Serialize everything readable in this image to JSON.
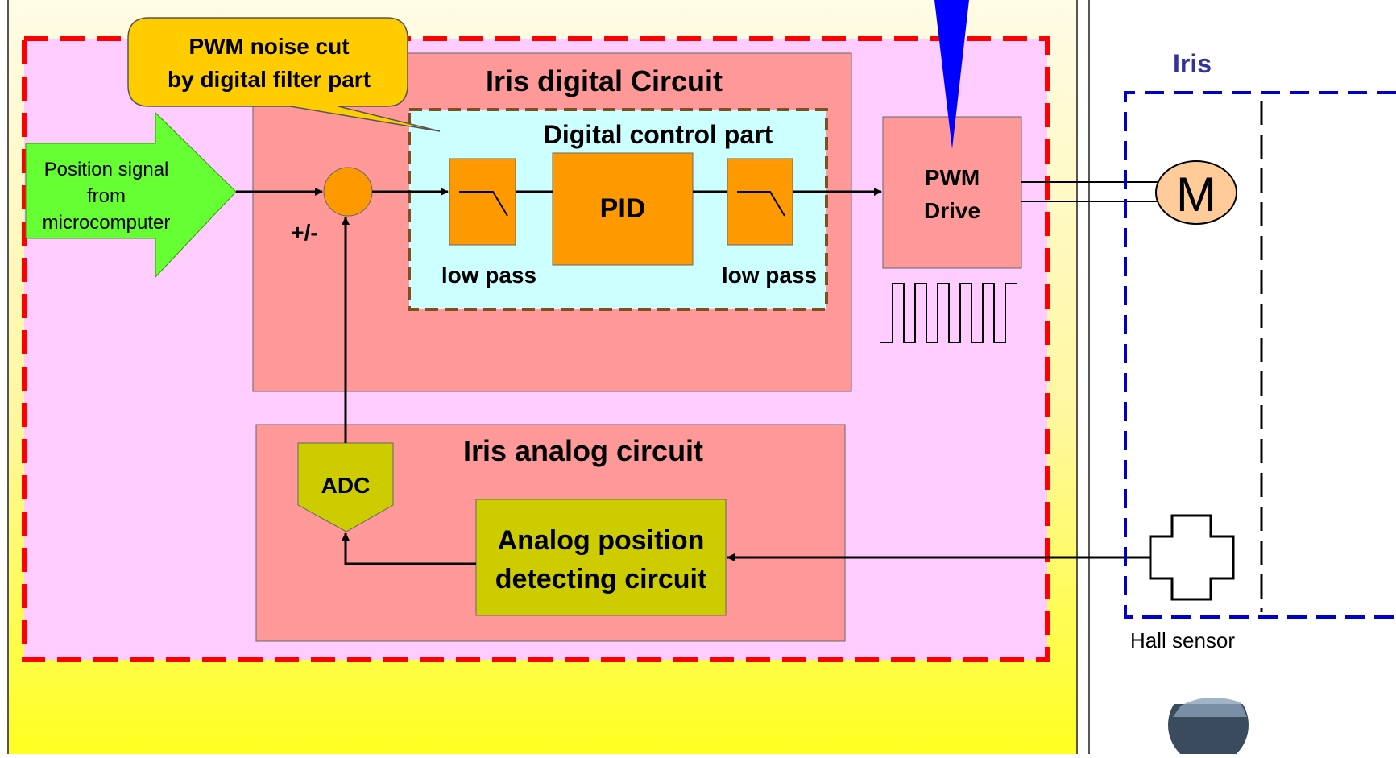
{
  "callout": {
    "line1": "PWM noise cut",
    "line2": "by digital filter part"
  },
  "digital_circuit": {
    "title": "Iris digital Circuit"
  },
  "digital_control": {
    "title": "Digital control part"
  },
  "input": {
    "line1": "Position signal",
    "line2": "from",
    "line3": "microcomputer"
  },
  "summing": {
    "label": "+/-"
  },
  "filters": {
    "low_pass_label": "low pass"
  },
  "pid": {
    "label": "PID"
  },
  "pwm": {
    "line1": "PWM",
    "line2": "Drive"
  },
  "analog_circuit": {
    "title": "Iris analog circuit"
  },
  "adc": {
    "label": "ADC"
  },
  "detector": {
    "line1": "Analog position",
    "line2": "detecting circuit"
  },
  "iris": {
    "title": "Iris",
    "motor_label": "M",
    "hall_label": "Hall sensor"
  },
  "colors": {
    "background_gradient_top": "#fffbe0",
    "background_gradient_bottom": "#ffff33",
    "module_fill": "#ffccff",
    "module_border": "#ff0000",
    "circuit_fill": "#ff9999",
    "digital_fill": "#ccffff",
    "digital_border": "#7f4f1f",
    "block_fill": "#ff9900",
    "callout_fill": "#ffcc00",
    "input_arrow": "#66ff33",
    "adc_fill": "#cccc00",
    "iris_border": "#0000cc",
    "motor_fill": "#ffcc99",
    "title_blue": "#333399",
    "pointer_blue": "#0000ff"
  }
}
